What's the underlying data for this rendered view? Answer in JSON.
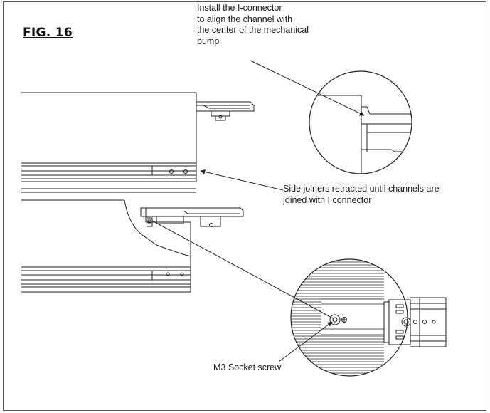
{
  "figure": {
    "label": "FIG. 16"
  },
  "callouts": {
    "install": "Install the I-connector\nto align the channel with\nthe center of the mechanical\nbump",
    "side_joiners": "Side joiners retracted until channels are\njoined with I connector",
    "screw": "M3 Socket screw"
  },
  "colors": {
    "line": "#222222",
    "frame": "#555555",
    "background": "#ffffff"
  }
}
